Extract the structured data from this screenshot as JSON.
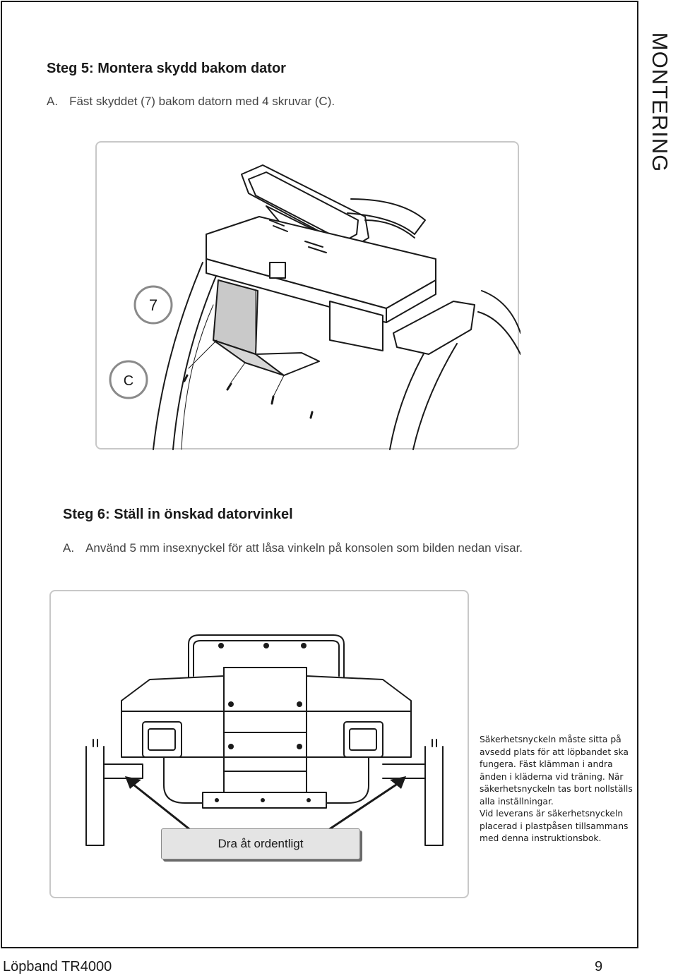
{
  "side_title": "MONTERING",
  "step5": {
    "heading": "Steg 5: Montera skydd bakom dator",
    "letter": "A.",
    "text": "Fäst skyddet (7) bakom datorn med 4 skruvar (C)."
  },
  "figure1": {
    "label_part": "7",
    "label_screw": "C"
  },
  "step6": {
    "heading": "Steg 6: Ställ in önskad datorvinkel",
    "letter": "A.",
    "text": "Använd 5 mm insexnyckel för att låsa vinkeln på konsolen som bilden nedan visar."
  },
  "figure2": {
    "callout": "Dra åt ordentligt"
  },
  "note": {
    "lines": [
      "Säkerhetsnyckeln måste sitta på",
      "avsedd plats för att löpbandet ska",
      "fungera. Fäst klämman i andra",
      "änden i kläderna vid träning. När",
      "säkerhetsnyckeln tas bort nollställs",
      "alla inställningar.",
      "Vid leverans är säkerhetsnyckeln",
      "placerad i plastpåsen tillsammans",
      "med denna instruktionsbok."
    ]
  },
  "footer": {
    "product": "Löpband TR4000",
    "page_number": "9"
  }
}
